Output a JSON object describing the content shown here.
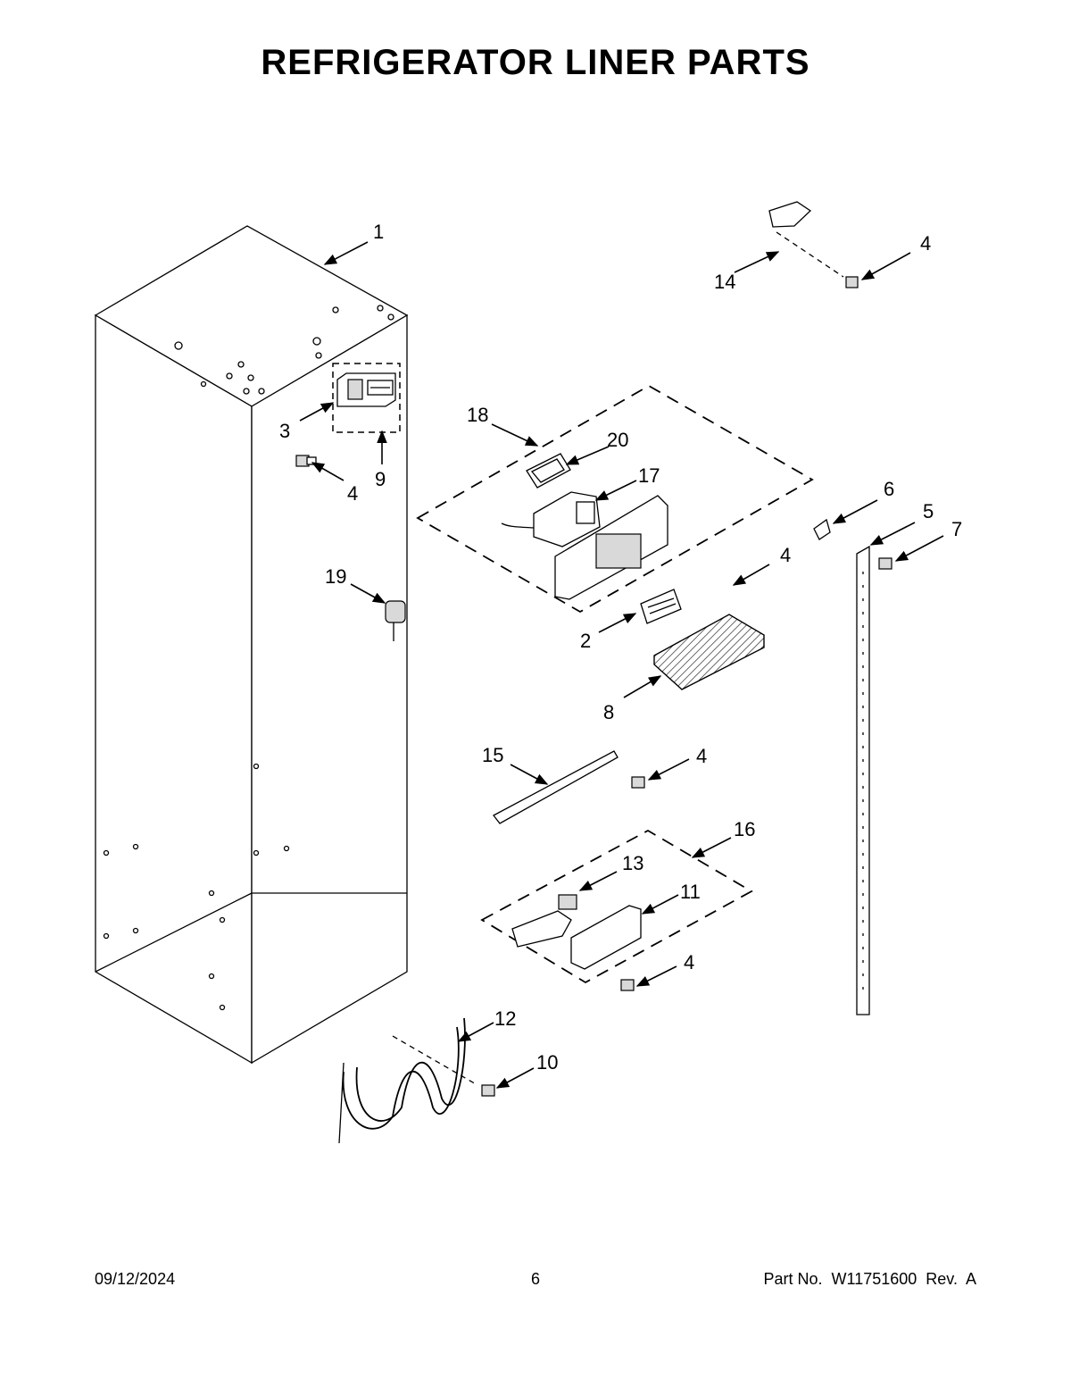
{
  "title": "REFRIGERATOR LINER PARTS",
  "footer": {
    "date": "09/12/2024",
    "page": "6",
    "part_number": "Part No.  W11751600  Rev.  A"
  },
  "callouts": [
    "1",
    "14",
    "4",
    "3",
    "18",
    "20",
    "9",
    "4",
    "17",
    "6",
    "5",
    "7",
    "19",
    "4",
    "2",
    "8",
    "15",
    "4",
    "16",
    "13",
    "11",
    "4",
    "12",
    "10"
  ]
}
